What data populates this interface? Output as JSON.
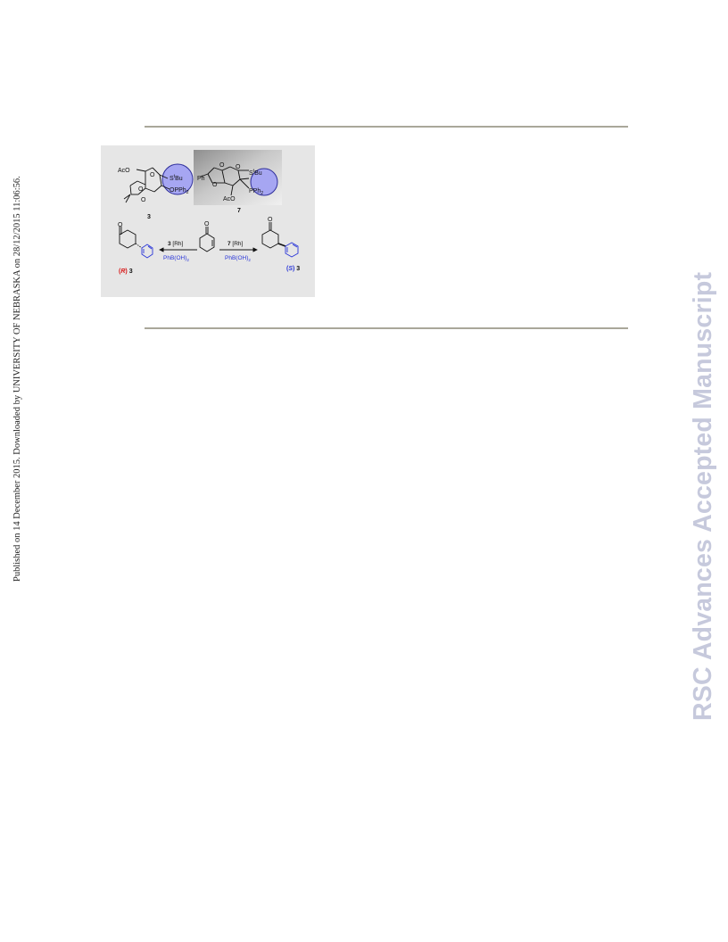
{
  "side_note": "Published on 14 December 2015. Downloaded by UNIVERSITY OF NEBRASKA on 28/12/2015 11:06:56.",
  "watermark": "RSC Advances Accepted Manuscript",
  "graphic": {
    "ligand_3": {
      "acetoxy": "AcO",
      "thio": "S",
      "thio_sup": "t",
      "thio_tail": "Bu",
      "phosphinite": "OPPh",
      "phosphinite_sub": "2",
      "label": "3"
    },
    "ligand_7": {
      "phenyl": "Ph",
      "acetoxy": "AcO",
      "thio": "S",
      "thio_sup": "t",
      "thio_tail": "Bu",
      "phosphine": "PPh",
      "phosphine_sub": "2",
      "label": "7"
    },
    "reaction": {
      "left_catalyst_num": "3",
      "left_catalyst_tail": " [Rh]",
      "left_reagent": "PhB(OH)",
      "left_reagent_sub": "2",
      "right_catalyst_num": "7",
      "right_catalyst_tail": " [Rh]",
      "right_reagent": "PhB(OH)",
      "right_reagent_sub": "2",
      "carbonyl_O": "O",
      "product_R_open": "(",
      "product_R_letter": "R",
      "product_R_close": ")",
      "product_R_num": " 3",
      "product_S_open": "(",
      "product_S_letter": "S",
      "product_S_close": ")",
      "product_S_num": " 3"
    }
  },
  "colors": {
    "ligand_highlight": "#a6a6f2",
    "ligand_outline": "#2e2e9a",
    "reagent_blue": "#2a36d8",
    "r_product_red": "#d81818",
    "s_product_blue": "#2a36d8",
    "panel_bg": "#e6e6e6",
    "inset_bg": "#a9a9a9",
    "watermark": "#c6c9dc"
  }
}
